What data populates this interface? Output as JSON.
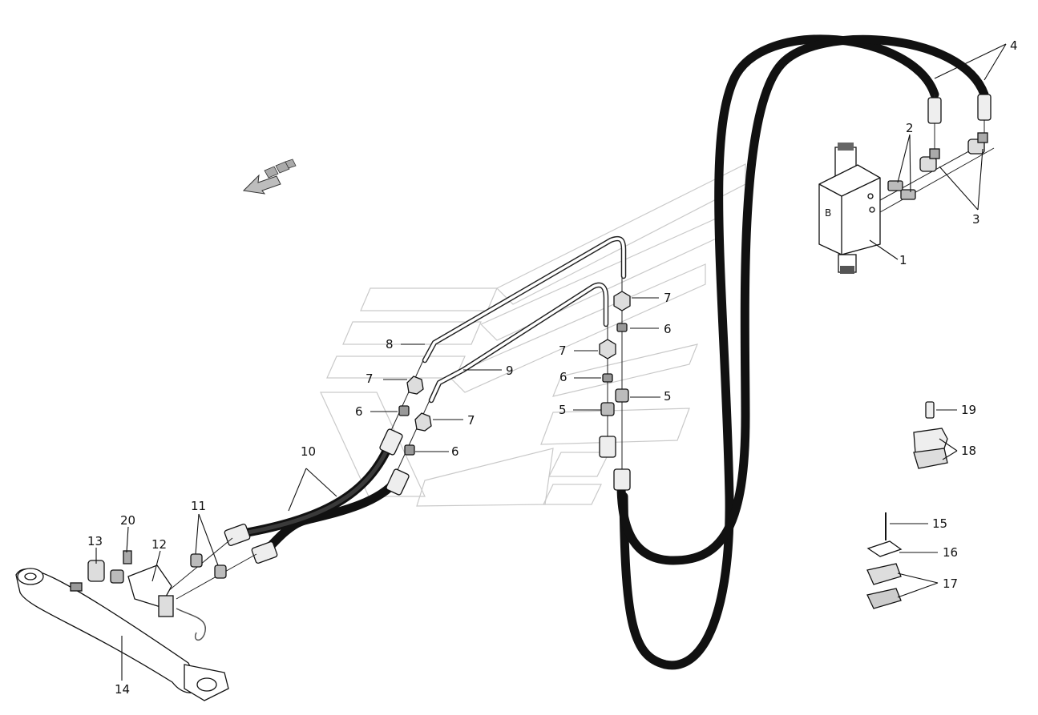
{
  "labels": {
    "p1": "1",
    "p2": "2",
    "p3": "3",
    "p4": "4",
    "p5a": "5",
    "p5b": "5",
    "p6a": "6",
    "p6b": "6",
    "p6c": "6",
    "p6d": "6",
    "p7a": "7",
    "p7b": "7",
    "p7c": "7",
    "p7d": "7",
    "p8": "8",
    "p9": "9",
    "p10": "10",
    "p11": "11",
    "p12": "12",
    "p13": "13",
    "p14": "14",
    "p15": "15",
    "p16": "16",
    "p17": "17",
    "p18": "18",
    "p19": "19",
    "p20": "20"
  },
  "valve_port_mark": "B",
  "colors": {
    "line": "#111111",
    "watermark": "#c9c9c9",
    "background": "#ffffff"
  },
  "icons": {
    "direction_arrow": "direction-arrow-icon"
  }
}
